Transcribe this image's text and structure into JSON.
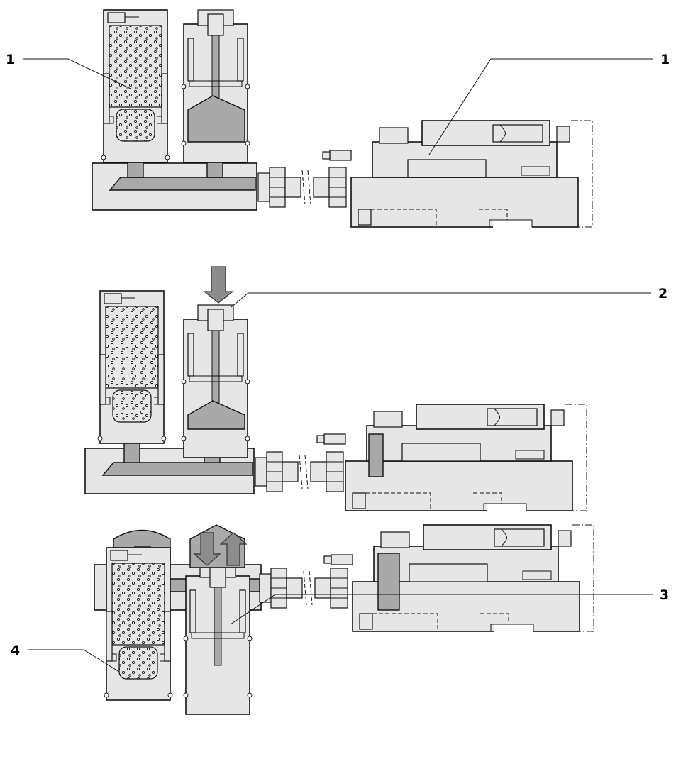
{
  "callouts": {
    "c1_left": "1",
    "c1_right": "1",
    "c2": "2",
    "c3": "3",
    "c4": "4"
  },
  "colors": {
    "body": "#e6e6e6",
    "oil": "#a9a9a9",
    "arrow": "#8c8c8c",
    "line": "#111111"
  }
}
